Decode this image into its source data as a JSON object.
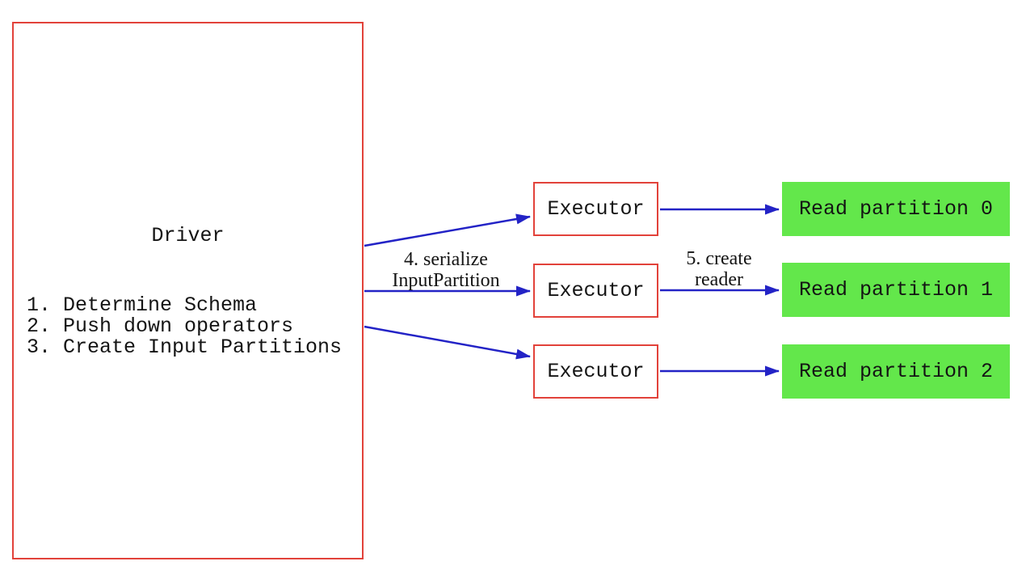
{
  "colors": {
    "background": "#ffffff",
    "box_border_red": "#e2423a",
    "arrow_blue": "#2323c6",
    "partition_green": "#63e74b",
    "text": "#141414"
  },
  "driver": {
    "title": "Driver",
    "steps": "1. Determine Schema\n2. Push down operators\n3. Create Input Partitions"
  },
  "executors": [
    {
      "label": "Executor"
    },
    {
      "label": "Executor"
    },
    {
      "label": "Executor"
    }
  ],
  "partitions": [
    {
      "label": "Read partition 0"
    },
    {
      "label": "Read partition 1"
    },
    {
      "label": "Read partition 2"
    }
  ],
  "edge_labels": {
    "serialize": {
      "lines": [
        "4. serialize",
        "InputPartition"
      ]
    },
    "create_reader": {
      "lines": [
        "5. create",
        "reader"
      ]
    }
  }
}
